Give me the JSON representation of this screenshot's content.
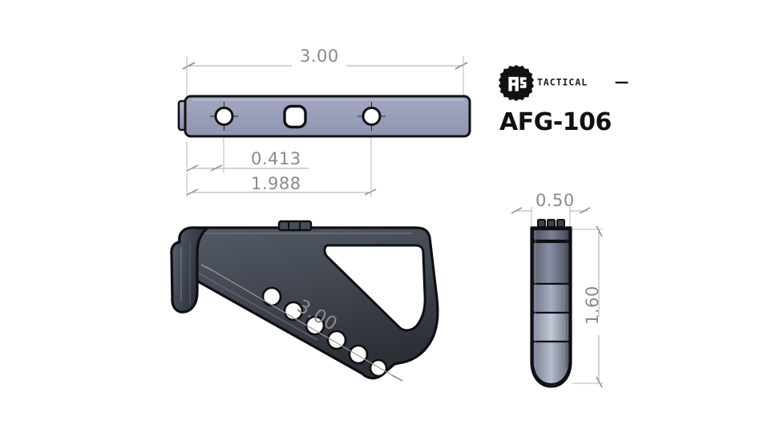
{
  "sheet": {
    "background_color": "#ffffff",
    "dim_text_color": "#8a8a8a",
    "dim_line_color": "#a8a8a8",
    "part_fill_light": "#9ba0ba",
    "part_outline": "#111111",
    "iso_body_dark": "#3a3f47"
  },
  "brand": {
    "badge_letters": "R3",
    "wordmark": "TACTICAL",
    "part_number": "AFG-106",
    "badge_color": "#111111",
    "badge_letter_color": "#ffffff"
  },
  "views": {
    "top": {
      "name": "top-view",
      "features": {
        "hole_left": "counterbored-hole",
        "slot_center": "rounded-square-slot",
        "hole_right": "counterbored-hole",
        "tab_left": "mounting-tab"
      }
    },
    "iso": {
      "name": "isometric-view",
      "features": {
        "grip_grooves": "finger-scallops",
        "cutout": "triangular-cutout",
        "hook": "front-hook"
      }
    },
    "side": {
      "name": "side-view",
      "features": {
        "rail_tabs": "rail-lug-tabs",
        "rounded_bottom": "radiused-bottom"
      }
    }
  },
  "dimensions": {
    "top_overall_length": "3.00",
    "hole_to_tab": "0.413",
    "hole_spacing": "1.988",
    "iso_grip_length": "3.00",
    "side_width": "0.50",
    "side_height": "1.60"
  }
}
